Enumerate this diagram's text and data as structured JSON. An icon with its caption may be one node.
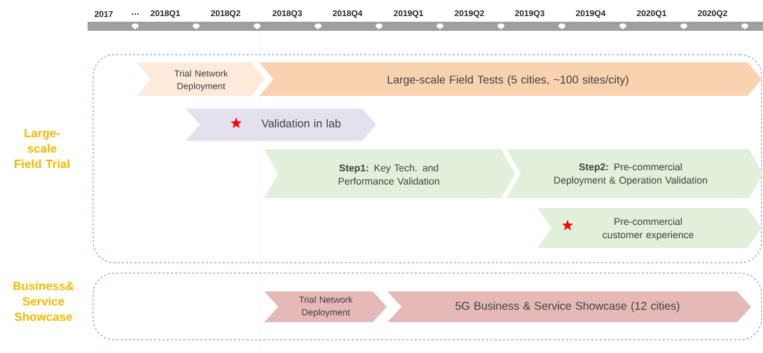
{
  "diagram": {
    "nodes": [
      {
        "text": [
          "Large-scale Field Trial"
        ]
      },
      {
        "text": [
          "Trial Network Deployment"
        ],
        "in": 0
      },
      {
        "text": [
          "Large-scale Field Tests (5 cities, ~100 sites/city)"
        ],
        "in": 0
      },
      {
        "text": [
          "Validation in lab"
        ],
        "in": 0
      },
      {
        "text": [
          "**Step1:** Key Tech. and Performance Validation"
        ],
        "in": 0
      },
      {
        "text": [
          "**Step2:** Pre-commercial Deployment & Operation Validation"
        ],
        "in": 0
      },
      {
        "text": [
          "Pre-commercial customer experience"
        ],
        "in": 0
      },
      {
        "text": [
          "Business& Service Showcase"
        ]
      },
      {
        "text": [
          "Trial Network Deployment"
        ],
        "in": 7
      },
      {
        "text": [
          "5G Business & Service Showcase (12 cities)"
        ],
        "in": 7
      }
    ],
    "edges": [],
    "labels": [
      "2017",
      "…",
      "2018Q1",
      "2018Q2",
      "2018Q3",
      "2018Q4",
      "2019Q1",
      "2019Q2",
      "2019Q3",
      "2019Q4",
      "2020Q1",
      "2020Q2"
    ]
  }
}
